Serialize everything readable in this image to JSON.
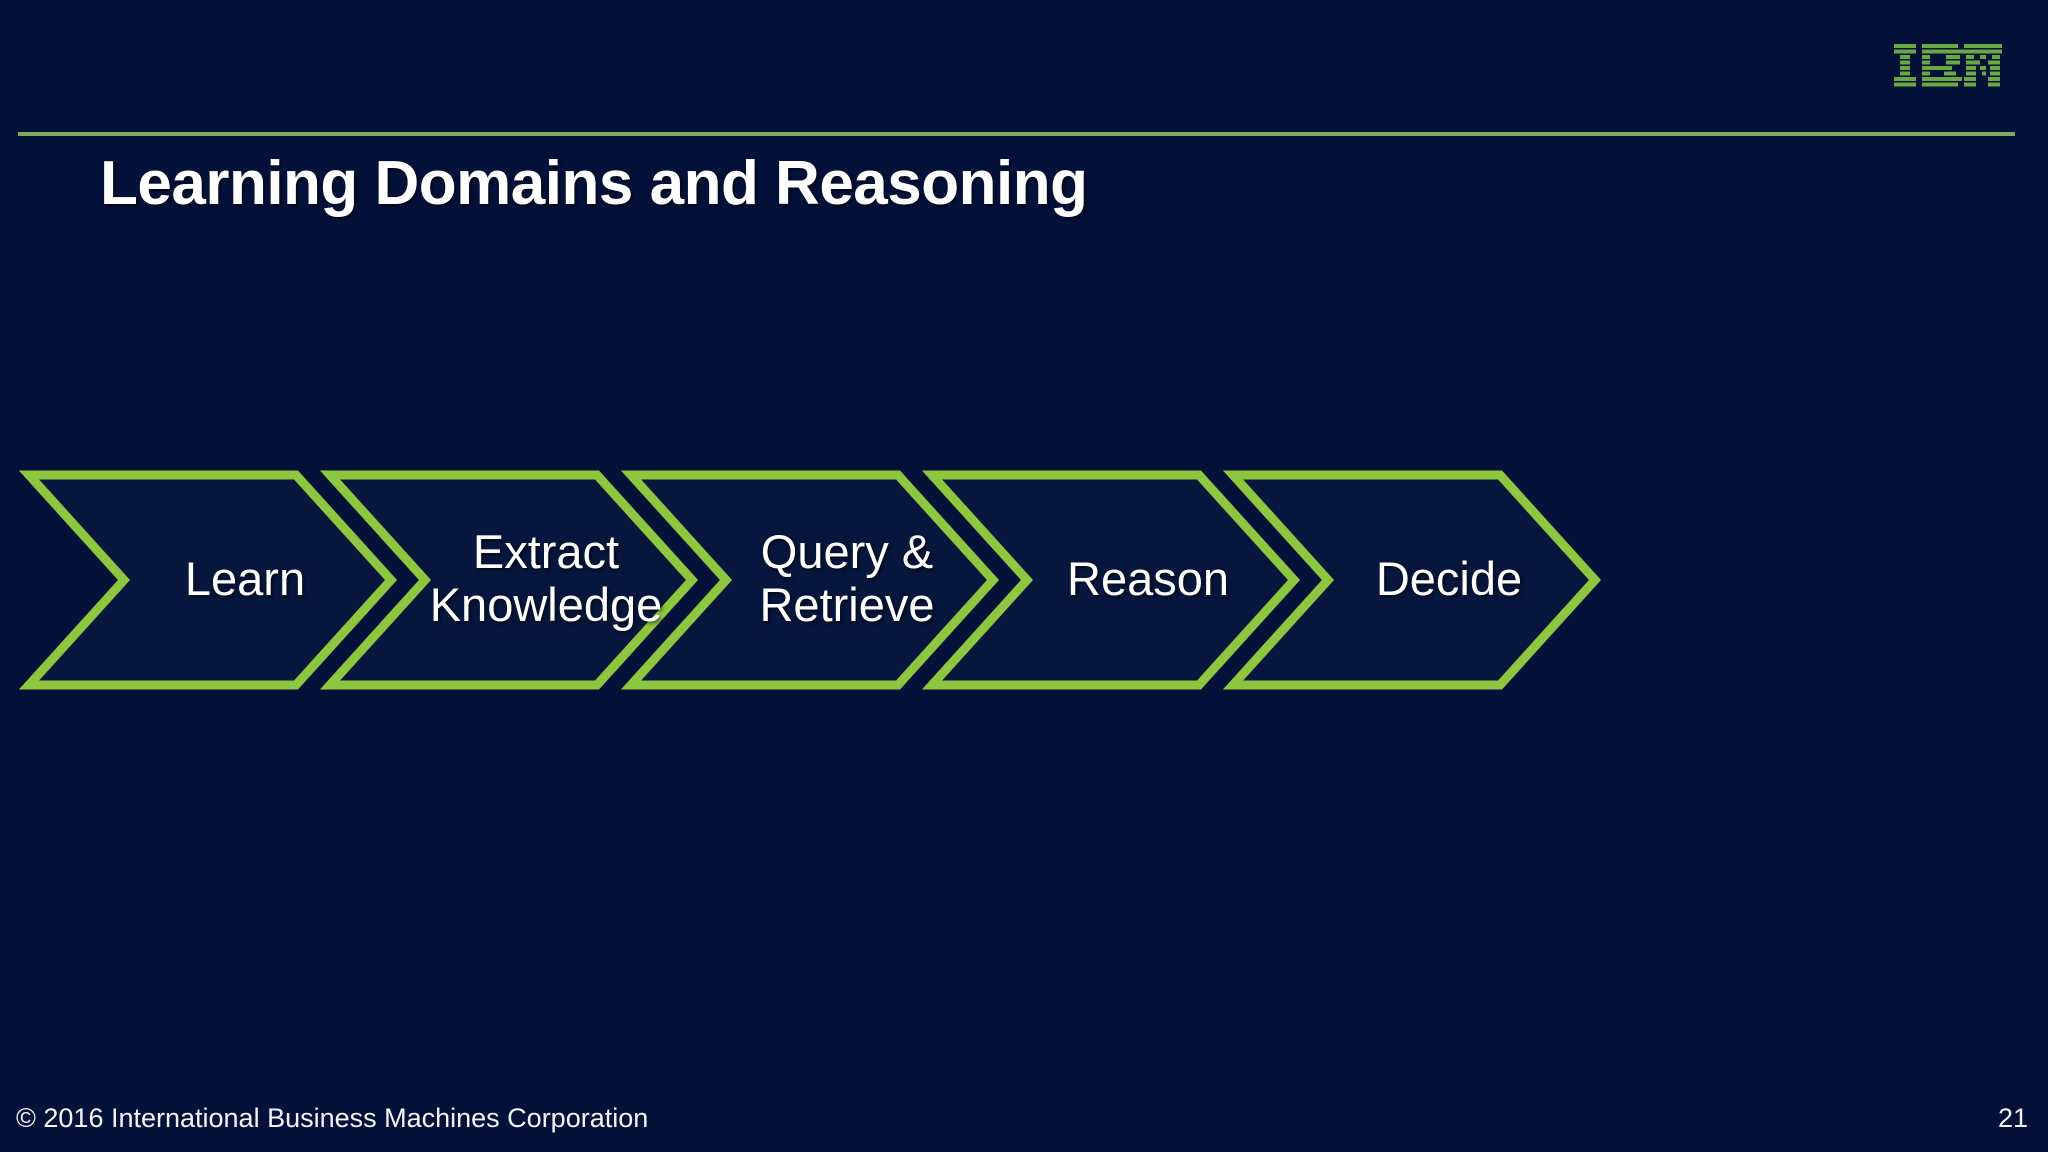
{
  "slide": {
    "background_color": "#04123a",
    "accent_green": "#8dc63f",
    "rule_color": "#7fa95c",
    "text_color": "#ffffff"
  },
  "header": {
    "title": "Learning Domains and Reasoning",
    "logo_name": "IBM",
    "logo_color": "#6aa844"
  },
  "process": {
    "name": "learning-and-reasoning-process",
    "steps": [
      {
        "label_lines": [
          "Learn"
        ],
        "name": "learn"
      },
      {
        "label_lines": [
          "Extract",
          "Knowledge"
        ],
        "name": "extract-knowledge"
      },
      {
        "label_lines": [
          "Query &",
          "Retrieve"
        ],
        "name": "query-retrieve"
      },
      {
        "label_lines": [
          "Reason"
        ],
        "name": "reason"
      },
      {
        "label_lines": [
          "Decide"
        ],
        "name": "decide"
      }
    ],
    "steps_flat": {
      "s0_l0": "Learn",
      "s1_l0": "Extract",
      "s1_l1": "Knowledge",
      "s2_l0": "Query &",
      "s2_l1": "Retrieve",
      "s3_l0": "Reason",
      "s4_l0": "Decide"
    }
  },
  "footer": {
    "copyright": "© 2016 International Business Machines Corporation",
    "page_number": "21"
  }
}
